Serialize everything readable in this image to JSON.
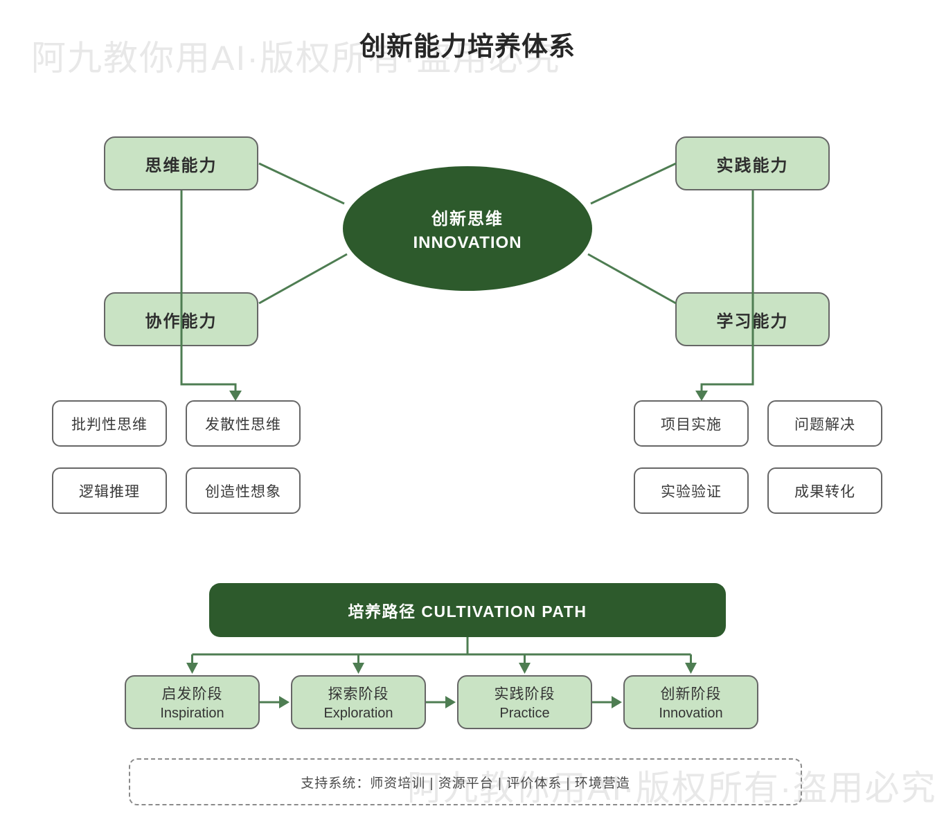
{
  "title": "创新能力培养体系",
  "watermark": {
    "text": "阿九教你用AI·版权所有·盗用必究"
  },
  "center": {
    "label_zh": "创新思维",
    "label_en": "INNOVATION"
  },
  "capabilities": [
    {
      "label": "思维能力"
    },
    {
      "label": "实践能力"
    },
    {
      "label": "协作能力"
    },
    {
      "label": "学习能力"
    }
  ],
  "thinking_items": [
    "批判性思维",
    "发散性思维",
    "逻辑推理",
    "创造性想象"
  ],
  "learning_items": [
    "项目实施",
    "问题解决",
    "实验验证",
    "成果转化"
  ],
  "path_banner": "培养路径 CULTIVATION PATH",
  "stages": [
    {
      "zh": "启发阶段",
      "en": "Inspiration"
    },
    {
      "zh": "探索阶段",
      "en": "Exploration"
    },
    {
      "zh": "实践阶段",
      "en": "Practice"
    },
    {
      "zh": "创新阶段",
      "en": "Innovation"
    }
  ],
  "support": "支持系统：师资培训 | 资源平台 | 评价体系 | 环境营造",
  "colors": {
    "dark_green": "#2d5a2c",
    "light_green": "#c9e3c4",
    "line_green": "#4e7d52",
    "border_gray": "#666666",
    "watermark_gray": "#e8e8e8"
  }
}
